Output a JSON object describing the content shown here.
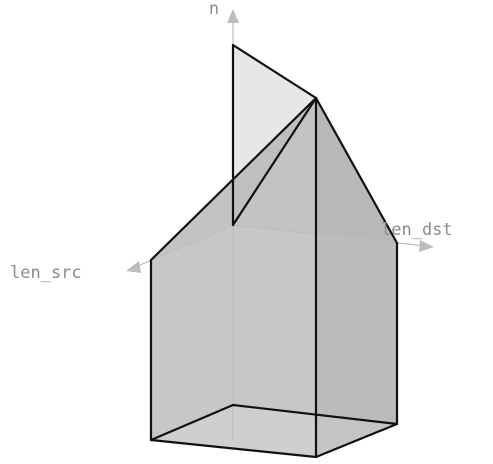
{
  "axes": {
    "n_label": "n",
    "len_src_label": "len_src",
    "len_dst_label": "len_dst"
  },
  "colors": {
    "axis": "#bdbdbd",
    "label": "#8c8c8c",
    "edge": "#111111",
    "face_light": "#d4d4d4",
    "face_mid": "#bdbdbd",
    "face_dark": "#a6a6a6"
  }
}
